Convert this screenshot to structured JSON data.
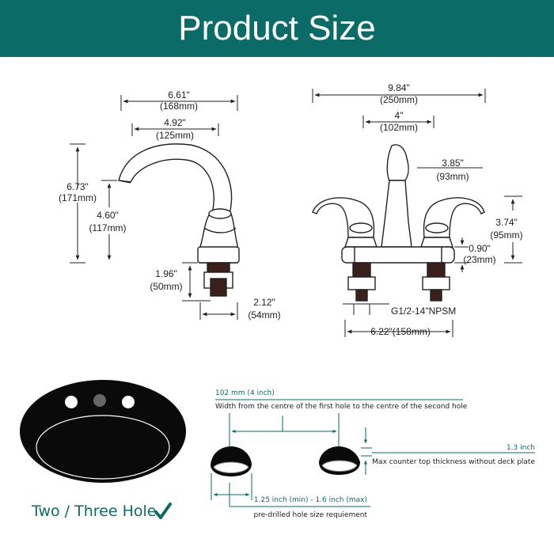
{
  "banner": {
    "title": "Product Size",
    "color": "#0b6b66"
  },
  "side_view": {
    "total_width": {
      "in": "6.61\"",
      "mm": "(168mm)"
    },
    "spout_reach": {
      "in": "4.92\"",
      "mm": "(125mm)"
    },
    "total_height": {
      "in": "6.73\"",
      "mm": "(171mm)"
    },
    "spout_height": {
      "in": "4.60\"",
      "mm": "(117mm)"
    },
    "shank_length": {
      "in": "1.96\"",
      "mm": "(50mm)"
    },
    "base_width": {
      "in": "2.12\"",
      "mm": "(54mm)"
    }
  },
  "front_view": {
    "total_width": {
      "in": "9.84\"",
      "mm": "(250mm)"
    },
    "center_spacing": {
      "in": "4\"",
      "mm": "(102mm)"
    },
    "spout_height": {
      "in": "3.85\"",
      "mm": "(93mm)"
    },
    "handle_height": {
      "in": "3.74\"",
      "mm": "(95mm)"
    },
    "base_height": {
      "in": "0.90\"",
      "mm": "(23mm)"
    },
    "thread": "G1/2-14\"NPSM",
    "base_width": "6.22\"(158mm)"
  },
  "installation": {
    "hole_distance": "102 mm (4 inch)",
    "hole_distance_desc": "Width from the centre of the first hole to the centre of the second hole",
    "thickness": "1.3 inch",
    "thickness_desc": "Max counter top thickness without deck plate",
    "hole_size": "1.25 inch (min) - 1.6 inch (max)",
    "hole_size_desc": "pre-drilled hole size requiement"
  },
  "sink": {
    "caption": "Two / Three Hole",
    "check_icon": "check-icon"
  }
}
